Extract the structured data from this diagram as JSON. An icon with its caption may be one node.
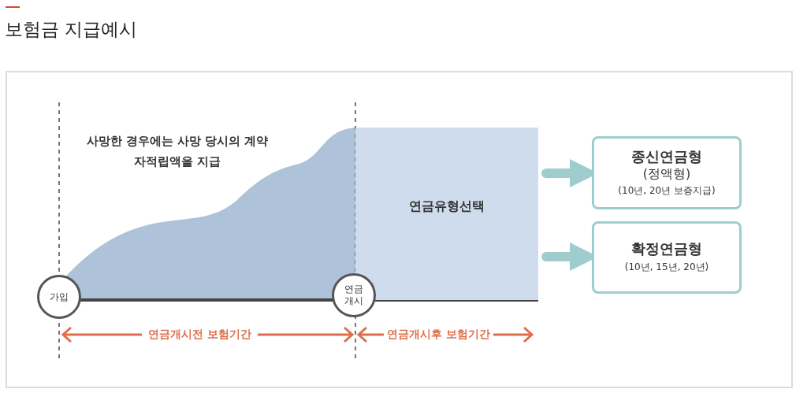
{
  "diagram": {
    "title": "보험금 지급예시",
    "nodes": [
      {
        "text": [
          "가입"
        ]
      },
      {
        "text": [
          "연금 개시"
        ]
      },
      {
        "text": [
          "연금유형선택"
        ]
      },
      {
        "text": [
          "종신연금형",
          "(정액형)",
          "(10년, 20년 보증지급)"
        ]
      },
      {
        "text": [
          "확정연금형",
          "(10년, 15년, 20년)"
        ]
      }
    ],
    "edges": [
      {
        "from": 2,
        "to": 3,
        "arrow": "to"
      },
      {
        "from": 2,
        "to": 4,
        "arrow": "to"
      }
    ],
    "labels": [
      "사망한 경우에는 사망 당시의 계약자적립액을 지급",
      "연금개시전 보험기간",
      "연금개시후 보험기간"
    ]
  }
}
